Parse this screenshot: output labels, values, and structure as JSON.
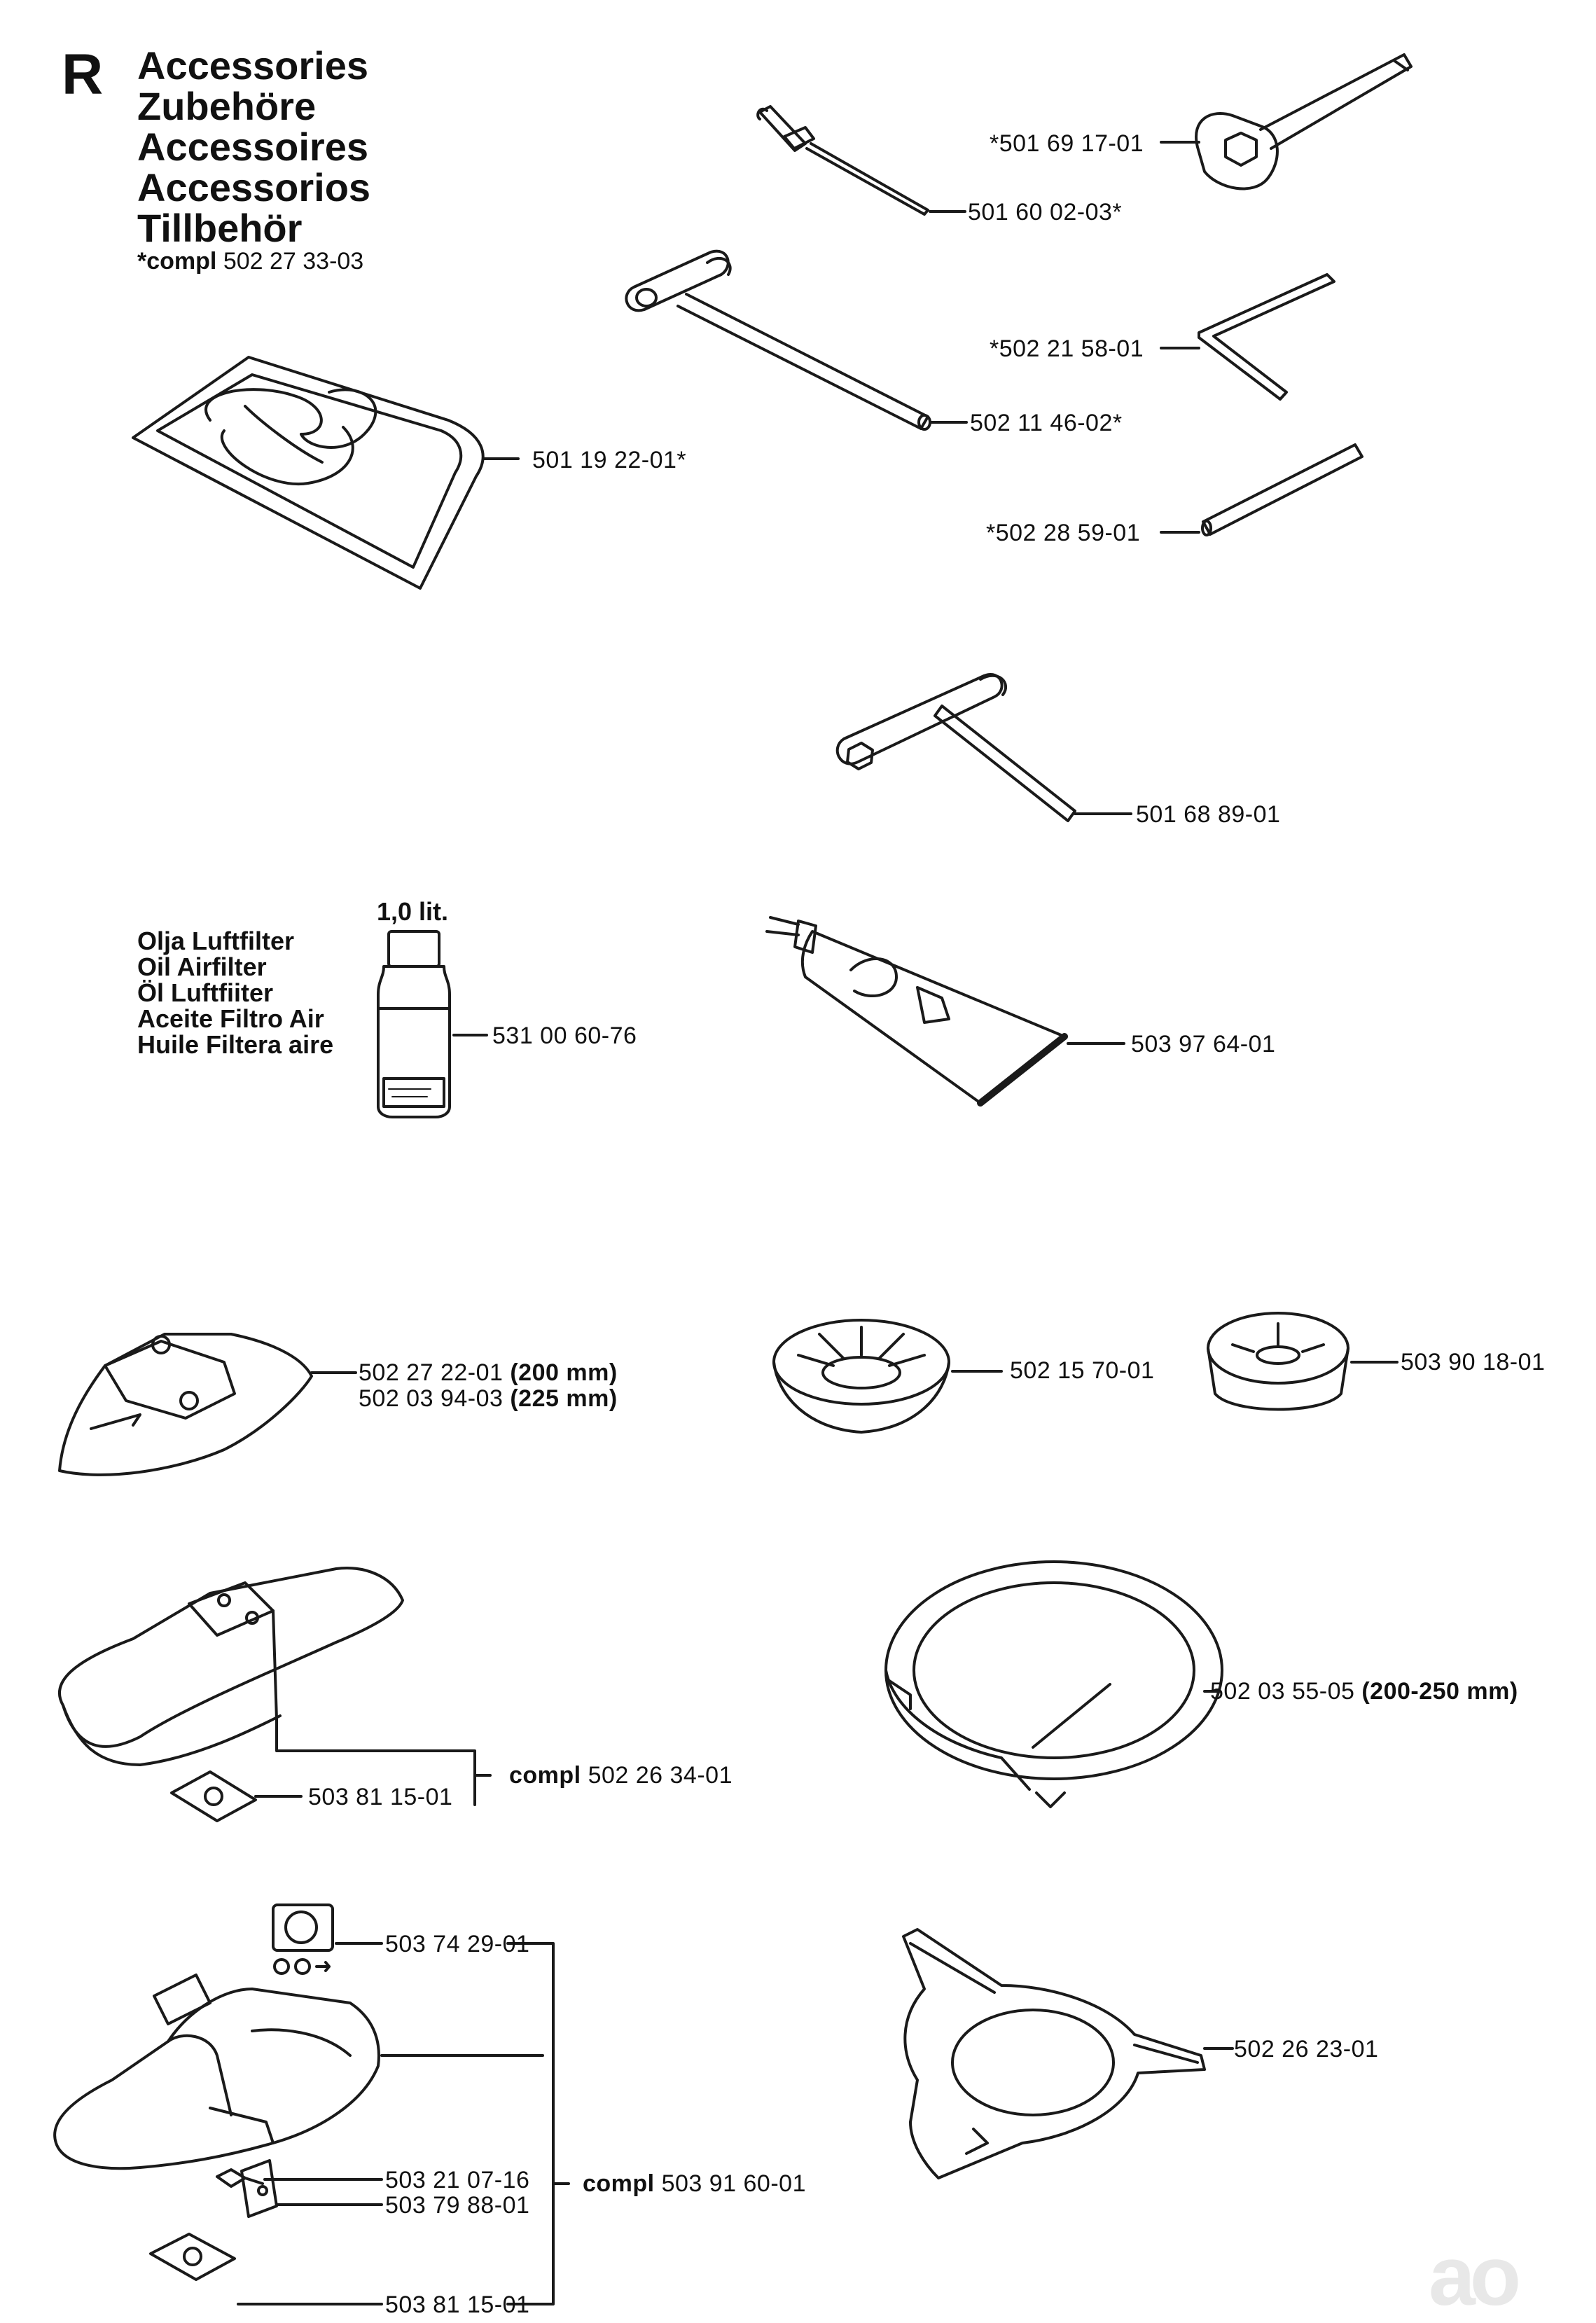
{
  "header": {
    "section_letter": "R",
    "titles": [
      "Accessories",
      "Zubehöre",
      "Accessoires",
      "Accessorios",
      "Tillbehör"
    ],
    "compl_prefix": "*compl",
    "compl_number": "502 27 33-03"
  },
  "oil_labels": [
    "Olja Luftfilter",
    "Oil Airfilter",
    "Öl Luftfiiter",
    "Aceite Filtro Air",
    "Huile Filtera aire"
  ],
  "bottle_capacity": "1,0 lit.",
  "parts": {
    "p1": "*501 69 17-01",
    "p2": "501 60 02-03*",
    "p3": "*502 21 58-01",
    "p4": "502 11 46-02*",
    "p5": "501 19 22-01*",
    "p6": "*502 28 59-01",
    "p7": "501 68 89-01",
    "p8": "531 00 60-76",
    "p9": "503 97 64-01",
    "p10": "502 27 22-01",
    "p10_size": "(200 mm)",
    "p11": "502 03 94-03",
    "p11_size": "(225 mm)",
    "p12": "502 15 70-01",
    "p13": "503 90 18-01",
    "p14": "502 03 55-05",
    "p14_size": "(200-250 mm)",
    "p15": "503 81 15-01",
    "p16": "503 74 29-01",
    "p17": "502 26 23-01",
    "p18": "503 21 07-16",
    "p19": "503 79 88-01",
    "p20": "503 81 15-01"
  },
  "groups": {
    "g1_prefix": "compl",
    "g1_number": "502 26 34-01",
    "g2_prefix": "compl",
    "g2_number": "503 91 60-01"
  },
  "watermark": "ao"
}
